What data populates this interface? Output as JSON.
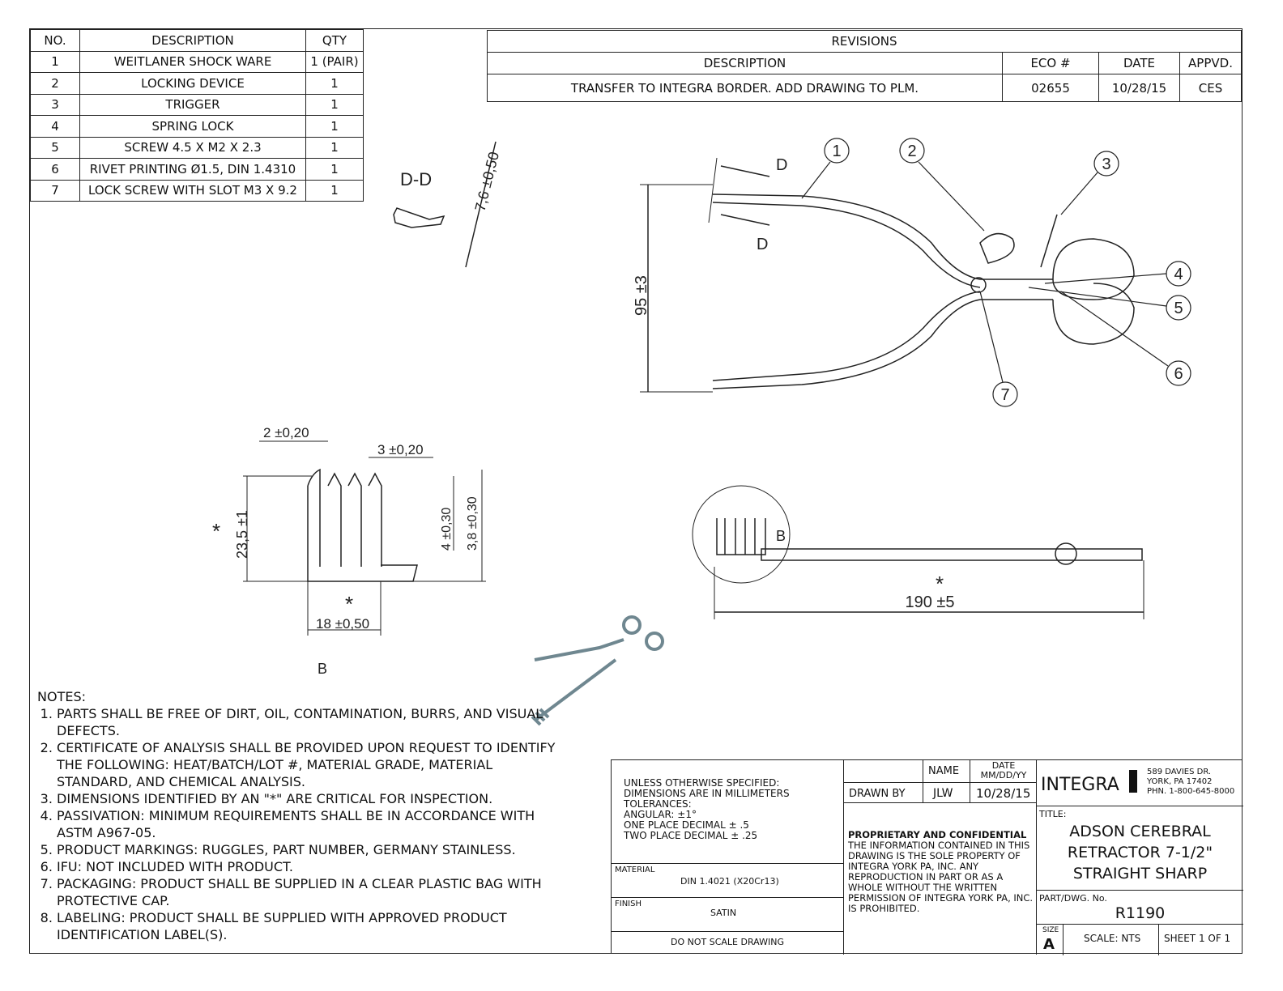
{
  "bom": {
    "headers": [
      "NO.",
      "DESCRIPTION",
      "QTY"
    ],
    "rows": [
      [
        "1",
        "WEITLANER SHOCK WARE",
        "1 (PAIR)"
      ],
      [
        "2",
        "LOCKING DEVICE",
        "1"
      ],
      [
        "3",
        "TRIGGER",
        "1"
      ],
      [
        "4",
        "SPRING LOCK",
        "1"
      ],
      [
        "5",
        "SCREW 4.5 X M2 X 2.3",
        "1"
      ],
      [
        "6",
        "RIVET PRINTING Ø1.5, DIN 1.4310",
        "1"
      ],
      [
        "7",
        "LOCK SCREW WITH SLOT M3 X 9.2",
        "1"
      ]
    ]
  },
  "revisions": {
    "title": "REVISIONS",
    "headers": [
      "DESCRIPTION",
      "ECO #",
      "DATE",
      "APPVD."
    ],
    "rows": [
      [
        "TRANSFER TO INTEGRA BORDER. ADD DRAWING TO PLM.",
        "02655",
        "10/28/15",
        "CES"
      ]
    ]
  },
  "drawing": {
    "section_label": "D-D",
    "section_dim": "7,6 ±0,50",
    "cut_label": "D",
    "height_dim": "95 ±3",
    "balloons": [
      "1",
      "2",
      "3",
      "4",
      "5",
      "6",
      "7"
    ],
    "detail_label": "B",
    "detail_ref": "B",
    "detail_dims": {
      "tooth_width": "2 ±0,20",
      "tooth_gap": "3 ±0,20",
      "height": "23,5 ±1",
      "tooth_len": "4 ±0,30",
      "tooth_len2": "3,8 ±0,30",
      "width": "18 ±0,50"
    },
    "critical_mark": "*",
    "length_dim": "190 ±5"
  },
  "notes": {
    "title": "NOTES:",
    "items": [
      "PARTS SHALL BE FREE OF DIRT, OIL, CONTAMINATION, BURRS, AND VISUAL DEFECTS.",
      "CERTIFICATE OF ANALYSIS SHALL BE PROVIDED UPON REQUEST TO IDENTIFY THE FOLLOWING: HEAT/BATCH/LOT #, MATERIAL GRADE, MATERIAL STANDARD, AND CHEMICAL ANALYSIS.",
      "DIMENSIONS IDENTIFIED BY AN \"*\" ARE CRITICAL FOR INSPECTION.",
      "PASSIVATION: MINIMUM REQUIREMENTS SHALL BE IN ACCORDANCE WITH ASTM A967-05.",
      "PRODUCT MARKINGS: RUGGLES, PART NUMBER, GERMANY STAINLESS.",
      "IFU: NOT INCLUDED WITH PRODUCT.",
      "PACKAGING: PRODUCT SHALL BE SUPPLIED IN A CLEAR PLASTIC BAG WITH PROTECTIVE CAP.",
      "LABELING: PRODUCT SHALL BE SUPPLIED WITH APPROVED PRODUCT IDENTIFICATION LABEL(S)."
    ]
  },
  "title_block": {
    "tolerances": [
      "UNLESS OTHERWISE SPECIFIED:",
      "DIMENSIONS ARE IN MILLIMETERS",
      "TOLERANCES:",
      "ANGULAR: ±1°",
      "ONE PLACE DECIMAL ± .5",
      "TWO PLACE DECIMAL ± .25"
    ],
    "material_label": "MATERIAL",
    "material": "DIN 1.4021 (X20Cr13)",
    "finish_label": "FINISH",
    "finish": "SATIN",
    "do_not_scale": "DO NOT SCALE DRAWING",
    "name_label": "NAME",
    "date_label": "DATE MM/DD/YY",
    "drawn_by_label": "DRAWN BY",
    "drawn_by": "JLW",
    "drawn_date": "10/28/15",
    "proprietary_title": "PROPRIETARY AND CONFIDENTIAL",
    "proprietary_text": "THE INFORMATION CONTAINED IN THIS DRAWING IS THE SOLE PROPERTY OF INTEGRA YORK PA, INC.  ANY REPRODUCTION IN PART OR AS A WHOLE WITHOUT THE WRITTEN PERMISSION OF INTEGRA YORK PA, INC. IS PROHIBITED.",
    "company": "INTEGRA",
    "address": [
      "589 DAVIES DR.",
      "YORK, PA 17402",
      "PHN. 1-800-645-8000"
    ],
    "title_label": "TITLE:",
    "title": [
      "ADSON CEREBRAL",
      "RETRACTOR 7-1/2\"",
      "STRAIGHT SHARP"
    ],
    "part_label": "PART/DWG. No.",
    "part_no": "R1190",
    "size_label": "SIZE",
    "size": "A",
    "scale": "SCALE: NTS",
    "sheet": "SHEET 1 OF 1"
  }
}
